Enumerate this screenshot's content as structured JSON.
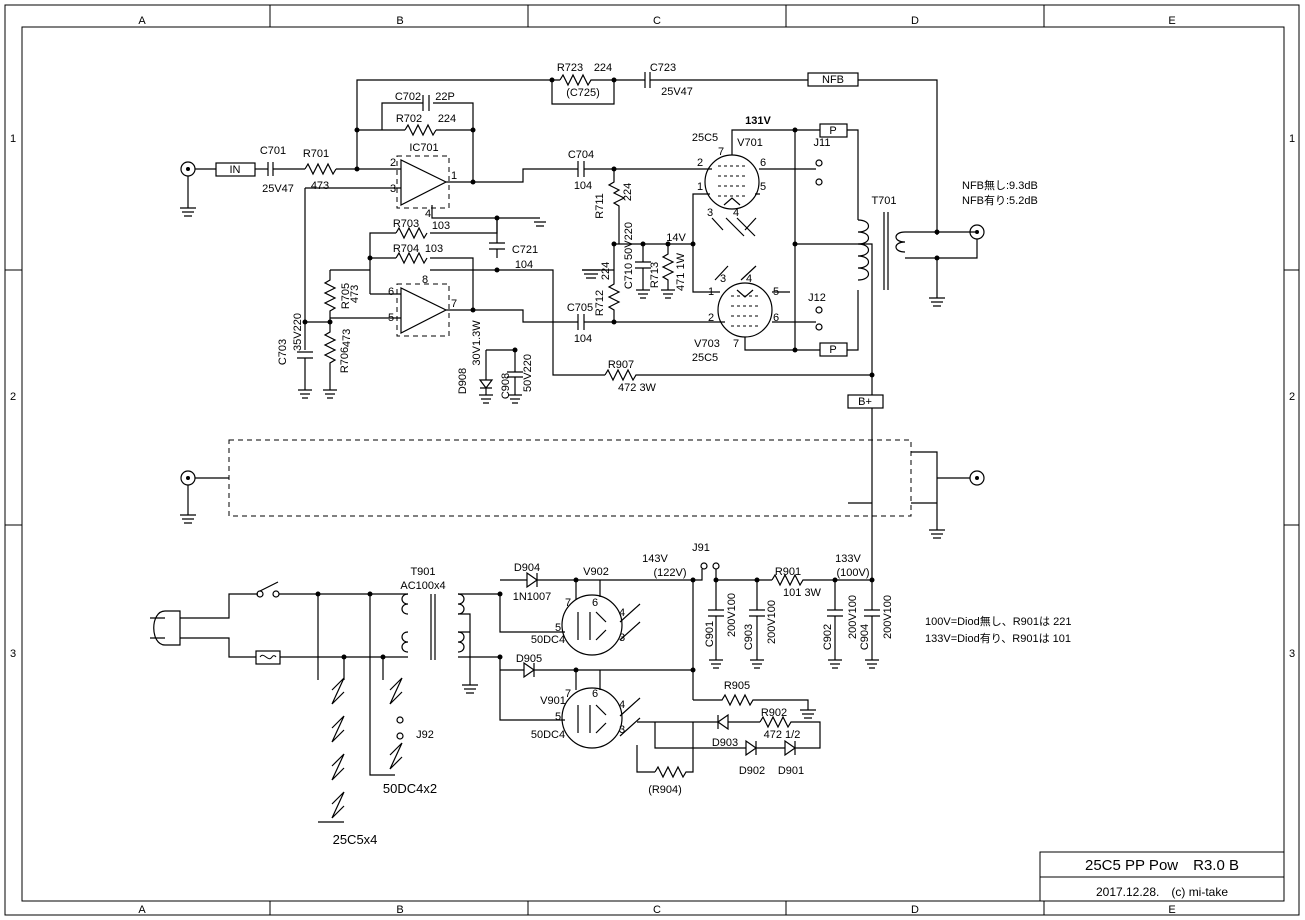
{
  "frame": {
    "columns": [
      "A",
      "B",
      "C",
      "D",
      "E"
    ],
    "rows": [
      "1",
      "2",
      "3"
    ]
  },
  "title_block": {
    "title": "25C5 PP Pow　R3.0 B",
    "date_author": "2017.12.28.　(c) mi-take"
  },
  "notes": {
    "nfb_off": "NFB無し:9.3dB",
    "nfb_on": "NFB有り:5.2dB",
    "diode_off": "100V=Diod無し、R901は 221",
    "diode_on": "133V=Diod有り、R901は 101"
  },
  "boxes": {
    "in": "IN",
    "nfb": "NFB",
    "p1": "P",
    "p2": "P",
    "bplus": "B+"
  },
  "voltages": {
    "plate": "131V",
    "bias": "14V",
    "v143": "143V",
    "v122": "(122V)",
    "v133": "133V",
    "v100": "(100V)"
  },
  "components": {
    "c701": "C701",
    "c701_v": "25V47",
    "r701": "R701",
    "r701_v": "473",
    "c702": "C702",
    "c702_v": "22P",
    "r702": "R702",
    "r702_v": "224",
    "ic701": "IC701",
    "r723": "R723",
    "r723_v": "224",
    "c725": "(C725)",
    "c723": "C723",
    "c723_v": "25V47",
    "c704": "C704",
    "c704_v": "104",
    "r711": "R711",
    "r711_v": "224",
    "c710": "C710",
    "c710_v": "50V220",
    "r713": "R713",
    "r713_v": "471 1W",
    "r712": "R712",
    "r712_v": "224",
    "c705": "C705",
    "c705_v": "104",
    "r703": "R703",
    "r703_v": "103",
    "r704": "R704",
    "r704_v": "103",
    "c721": "C721",
    "c721_v": "104",
    "r705": "R705",
    "r705_v": "473",
    "r706": "R706",
    "r706_v": "473",
    "c703": "C703",
    "c703_v": "35V220",
    "d908": "D908",
    "d908_v": "30V1.3W",
    "c908": "C908",
    "c908_v": "50V220",
    "r907": "R907",
    "r907_v": "472 3W",
    "v701_type": "25C5",
    "v701": "V701",
    "v703": "V703",
    "v703_type": "25C5",
    "t701": "T701",
    "j11": "J11",
    "j12": "J12",
    "t901": "T901",
    "t901_v": "AC100x4",
    "d904": "D904",
    "d904_v": "1N1007",
    "d905": "D905",
    "v902": "V902",
    "v902_type": "50DC4",
    "v901": "V901",
    "v901_type": "50DC4",
    "j91": "J91",
    "r901": "R901",
    "r901_v": "101 3W",
    "c901": "C901",
    "c901_v": "200V100",
    "c903": "C903",
    "c903_v": "200V100",
    "c902": "C902",
    "c902_v": "200V100",
    "c904": "C904",
    "c904_v": "200V100",
    "r905": "R905",
    "r902": "R902",
    "r902_v": "472 1/2",
    "d903": "D903",
    "d902": "D902",
    "d901": "D901",
    "r904": "(R904)",
    "j92": "J92",
    "heater_a": "25C5x4",
    "heater_b": "50DC4x2"
  },
  "pins": {
    "ic_2": "2",
    "ic_3": "3",
    "ic_1": "1",
    "ic_4": "4",
    "ic_6": "6",
    "ic_5": "5",
    "ic_7": "7",
    "ic_8": "8",
    "v701_2": "2",
    "v701_7": "7",
    "v701_6": "6",
    "v701_1": "1",
    "v701_5": "5",
    "v701_3": "3",
    "v701_4": "4",
    "v703_3": "3",
    "v703_4": "4",
    "v703_1": "1",
    "v703_5": "5",
    "v703_2": "2",
    "v703_6": "6",
    "v703_7": "7",
    "v902_7": "7",
    "v902_6": "6",
    "v902_5": "5",
    "v902_4": "4",
    "v902_3": "3",
    "v901_7": "7",
    "v901_6": "6",
    "v901_5": "5",
    "v901_4": "4",
    "v901_3": "3"
  }
}
